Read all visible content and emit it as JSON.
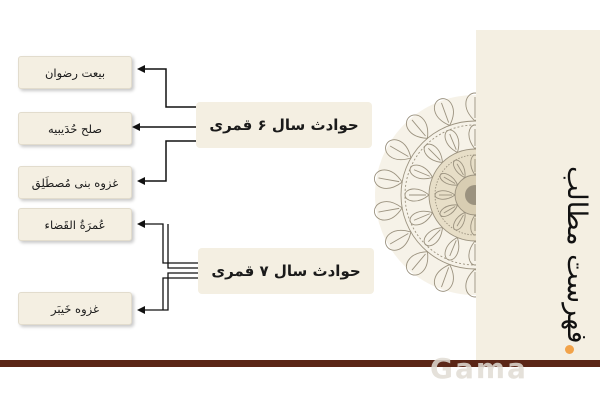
{
  "groups": [
    {
      "title": "حوادث سال ۶ قمری",
      "items": [
        "بیعت رضوان",
        "صلح حُدَیبیه",
        "غزوه بنی مُصطَلِق"
      ]
    },
    {
      "title": "حوادث سال ۷ قمری",
      "items": [
        "عُمرَةُ القَضاء",
        "غزوه خَیبَر"
      ]
    }
  ],
  "side_title": "فهرست مطالب",
  "watermark": "Gama",
  "colors": {
    "box_bg": "#f4efe2",
    "bottom_rule": "#5b2617",
    "mandala": "#9b927f",
    "arrow": "#111111"
  }
}
